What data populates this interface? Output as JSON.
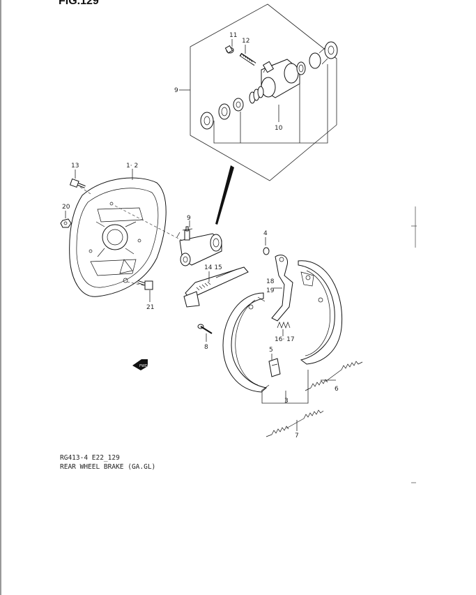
{
  "figure_title": "FIG.129",
  "caption": {
    "code": "RG413-4  E22_129",
    "title": "REAR WHEEL BRAKE (GA.GL)"
  },
  "callouts": {
    "c1_2": "1· 2",
    "c3": "3",
    "c4": "4",
    "c5": "5",
    "c6": "6",
    "c7": "7",
    "c8": "8",
    "c9": "9",
    "c9b": "9",
    "c10": "10",
    "c11": "11",
    "c12": "12",
    "c13": "13",
    "c14_15": "14  15",
    "c16_17": "16· 17",
    "c18": "18",
    "c19": "19",
    "c20": "20",
    "c21": "21"
  },
  "fwd_label": "FWD"
}
